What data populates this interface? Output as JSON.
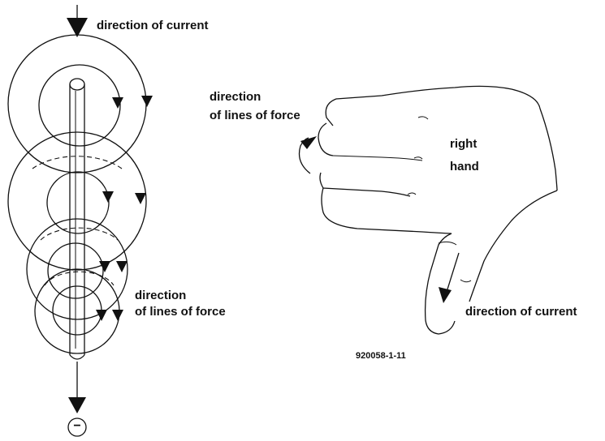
{
  "left_figure": {
    "current_label": "direction of current",
    "force_label_line1": "direction",
    "force_label_line2": "of lines of force",
    "terminal_symbol": "−"
  },
  "right_figure": {
    "force_label_line1": "direction",
    "force_label_line2": "of lines of force",
    "hand_label_line1": "right",
    "hand_label_line2": "hand",
    "current_label": "direction of current"
  },
  "figure_id": "920058-1-11",
  "colors": {
    "ink": "#111111",
    "background": "#ffffff"
  }
}
